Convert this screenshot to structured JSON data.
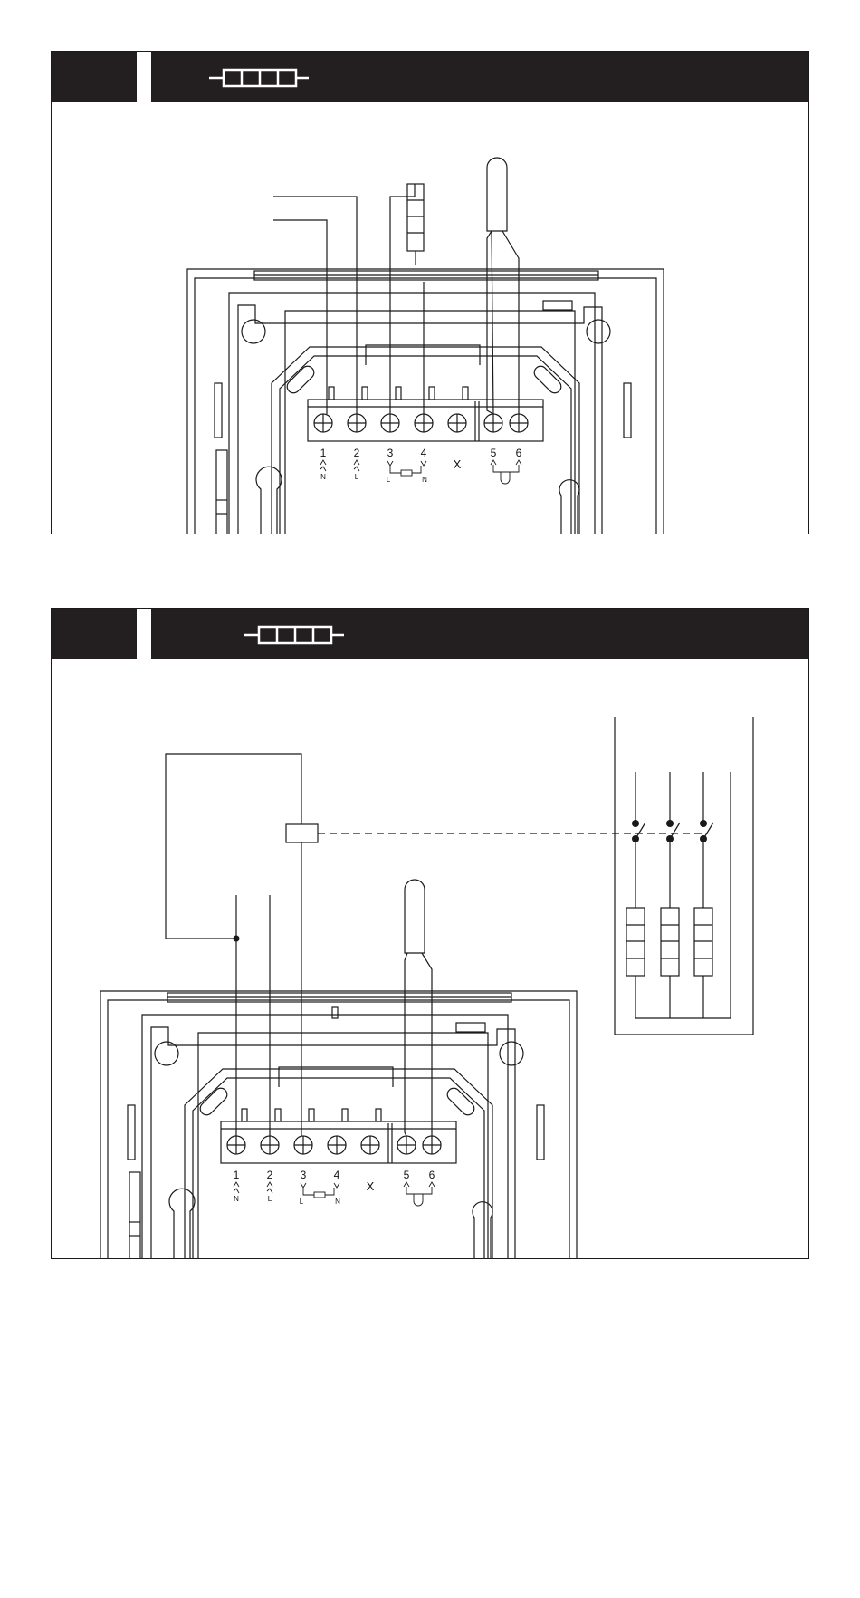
{
  "terminals": {
    "numbers": [
      "1",
      "2",
      "3",
      "4",
      "X",
      "5",
      "6"
    ],
    "letter_n1": "N",
    "letter_l2": "L",
    "letter_l3": "L",
    "letter_n4": "N"
  },
  "colors": {
    "ink": "#1a1a1a",
    "header": "#231f20",
    "background": "#ffffff"
  },
  "icons": [
    "heating-element-icon",
    "sensor-probe-icon",
    "contactor-icon",
    "switch-contact-icon"
  ]
}
